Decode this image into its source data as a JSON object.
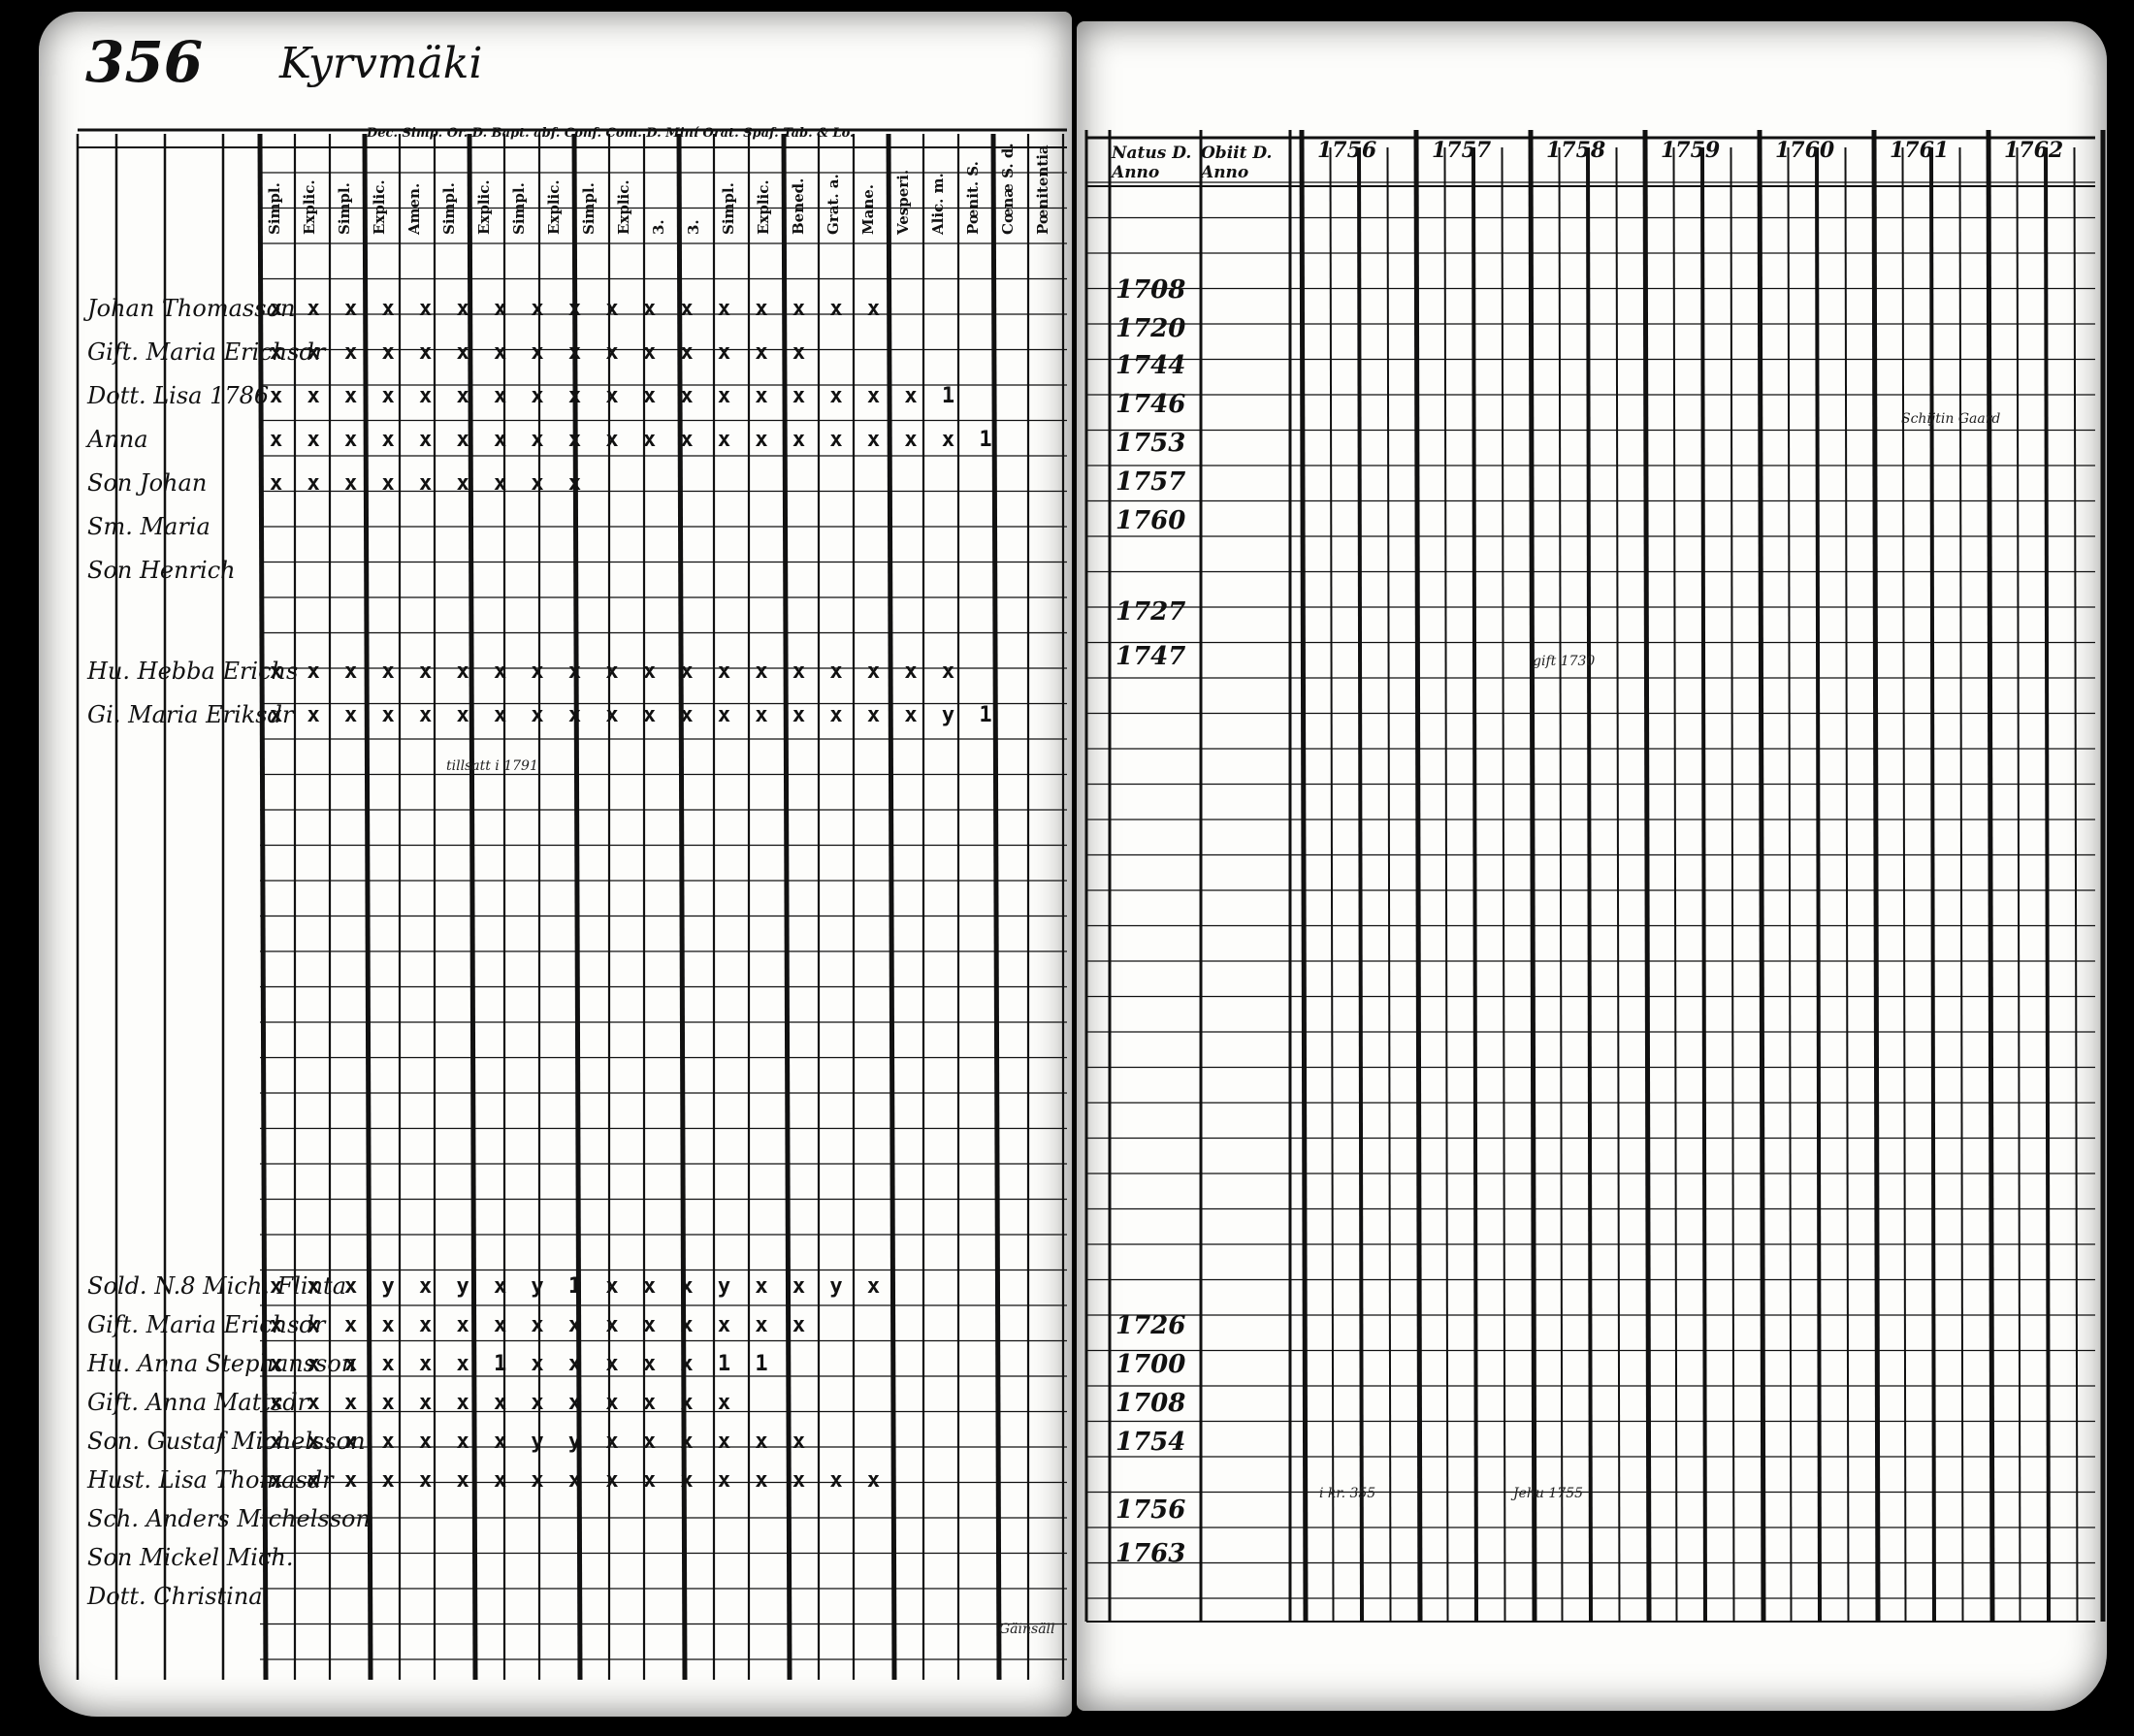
{
  "left_page": {
    "page_number": "356",
    "village": "Kyrvmäki",
    "header_categories": "Dec. Simp. Or. D. Bapt. abf. Conf. Com. D. Miní Orat. Spaf. Tab. & Lo.",
    "column_headers": [
      "Simpl.",
      "Explic.",
      "Simpl.",
      "Explic.",
      "Amen.",
      "Simpl.",
      "Explic.",
      "Simpl.",
      "Explic.",
      "Simpl.",
      "Explic.",
      "3.",
      "3.",
      "Simpl.",
      "Explic.",
      "Bened.",
      "Grat. a.",
      "Mane.",
      "Vesperi.",
      "Alic. m.",
      "Pœnit. S.",
      "Cœnæ S. d.",
      "Pœnitentia"
    ],
    "household_1": [
      {
        "name": "Johan Thomasson",
        "marks": "x x x x x x x x x x  x x x x x x x"
      },
      {
        "name": "Gift. Maria Erichsdr",
        "marks": "x x x x x x x x x x  x x x x x"
      },
      {
        "name": "Dott. Lisa 1786",
        "marks": "x x x x x x x x x x  x x x x x x x x 1"
      },
      {
        "name": "Anna",
        "marks": "x x x x x x x x x x  x x x x x x x x x 1"
      },
      {
        "name": "Son Johan",
        "marks": "x   x   x x    x  x  x x x"
      },
      {
        "name": "Sm. Maria",
        "marks": ""
      },
      {
        "name": "Son Henrich",
        "marks": ""
      }
    ],
    "household_2": [
      {
        "name": "Hu. Hebba Erichs",
        "marks": "x x x x x x x x x x  x x x x x x x x x"
      },
      {
        "name": "Gi. Maria Eriksdr",
        "marks": "x x x x x x x x x x x x x x x x x x y 1"
      }
    ],
    "household_3": [
      {
        "name": "Sold. N.8 Mich. Flinta",
        "marks": "x x x y  x y x y  1  x x x y  x x y x"
      },
      {
        "name": "Gift. Maria Erichsdr",
        "marks": "x x x x  x x x x x  x x x x  x x"
      },
      {
        "name": "Hu. Anna Stephansson",
        "marks": "x x x   x x x 1   x x x x x 1 1"
      },
      {
        "name": "Gift. Anna Mattsdr",
        "marks": "x x x x x x x x x x x x x"
      },
      {
        "name": "Son. Gustaf Michelsson",
        "marks": "x x x x   x x x y  y x x x x x x"
      },
      {
        "name": "Hust. Lisa Thomasdr",
        "marks": "x x x x x x x x x x x x x x x x x"
      },
      {
        "name": "Sch. Anders Michelsson",
        "marks": ""
      },
      {
        "name": "Son Mickel Mich.",
        "marks": ""
      },
      {
        "name": "Dott. Christina",
        "marks": ""
      }
    ],
    "annotations": [
      "tillsatt i 1791",
      "Gäinsäll"
    ]
  },
  "right_page": {
    "col_natus": "Natus D. Anno",
    "col_obiit": "Obiit D. Anno",
    "year_columns": [
      "1756",
      "1757",
      "1758",
      "1759",
      "1760",
      "1761",
      "1762"
    ],
    "birth_years": [
      "1708",
      "1720",
      "1744",
      "1746",
      "1753",
      "1757",
      "1760",
      "1727",
      "1747",
      "1726",
      "1700",
      "1708",
      "1754",
      "1756",
      "1763"
    ],
    "annotations": [
      "Schijtin Gaard",
      "gift 1730",
      "i kr. 355",
      "Jehu 1755"
    ]
  }
}
